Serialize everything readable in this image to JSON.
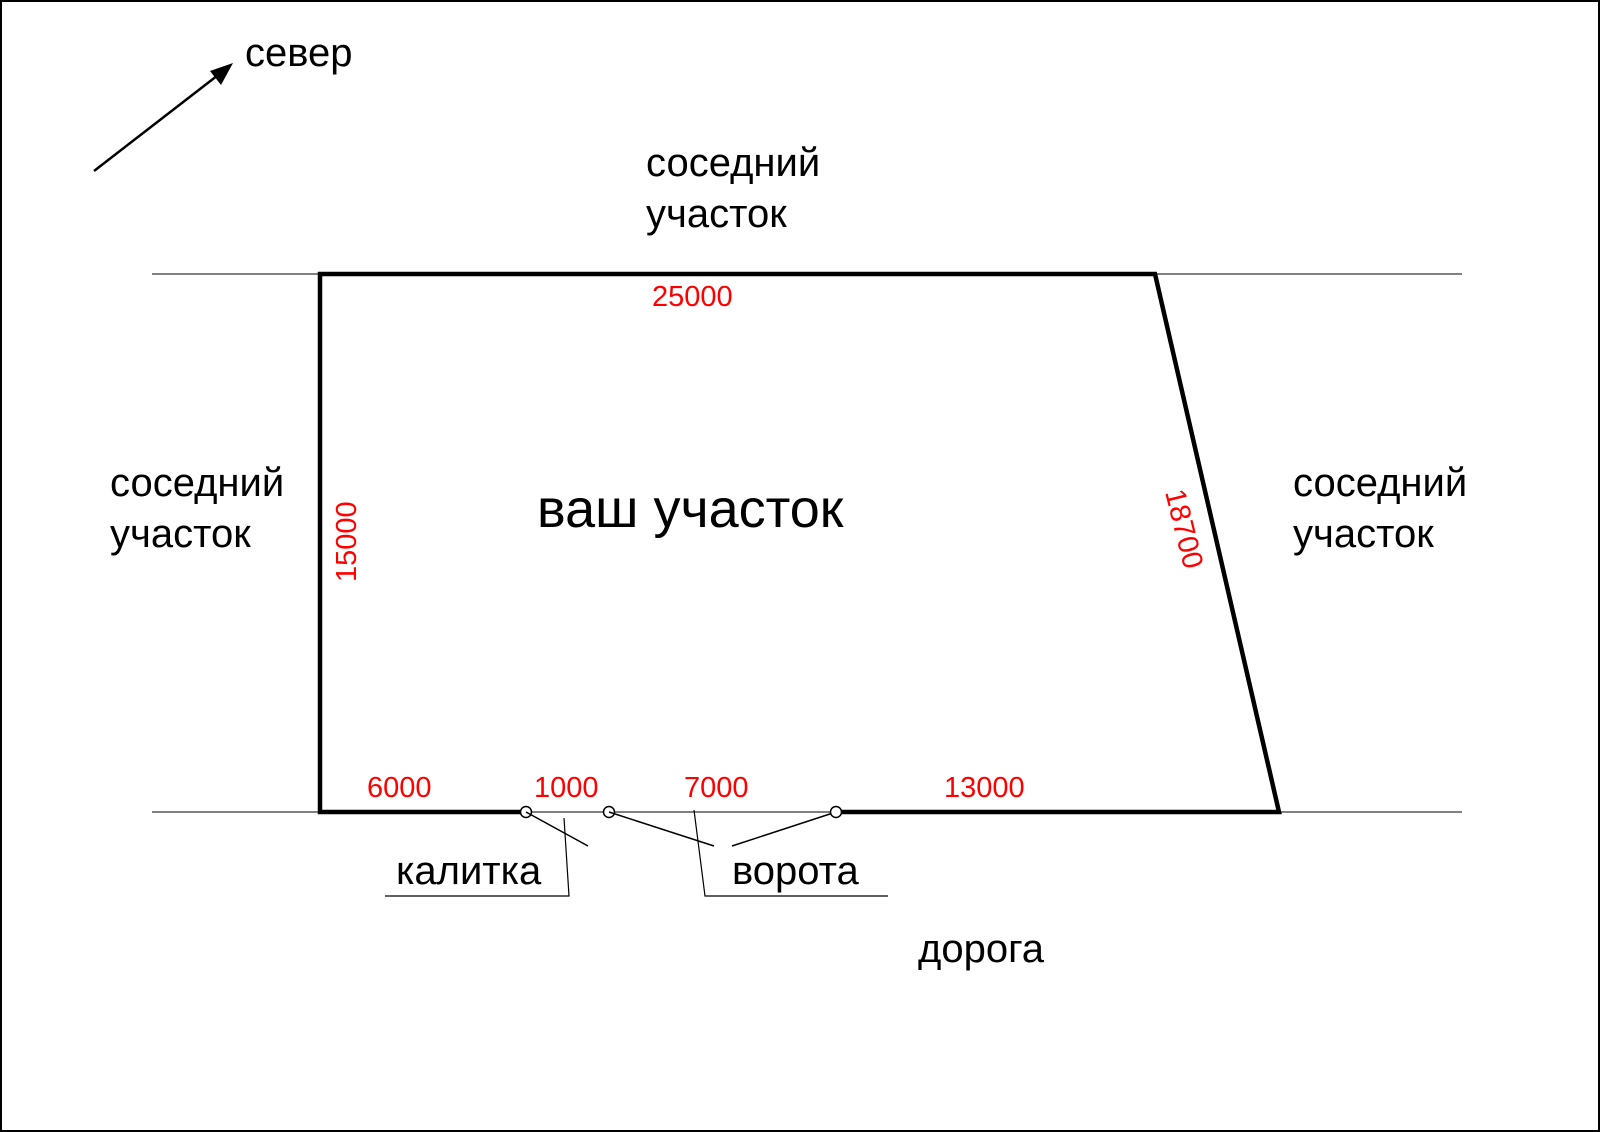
{
  "diagram": {
    "north_label": "север",
    "neighbor_top_line1": "соседний",
    "neighbor_top_line2": "участок",
    "neighbor_left_line1": "соседний",
    "neighbor_left_line2": "участок",
    "neighbor_right_line1": "соседний",
    "neighbor_right_line2": "участок",
    "plot_label": "ваш участок",
    "gate_small_label": "калитка",
    "gate_large_label": "ворота",
    "road_label": "дорога",
    "colors": {
      "outline": "#000000",
      "dimension_text": "#ff0000",
      "background": "#ffffff"
    },
    "dimensions": {
      "top": "25000",
      "left": "15000",
      "right": "18700",
      "bottom_segment_1": "6000",
      "bottom_segment_2": "1000",
      "bottom_segment_3": "7000",
      "bottom_segment_4": "13000"
    }
  }
}
